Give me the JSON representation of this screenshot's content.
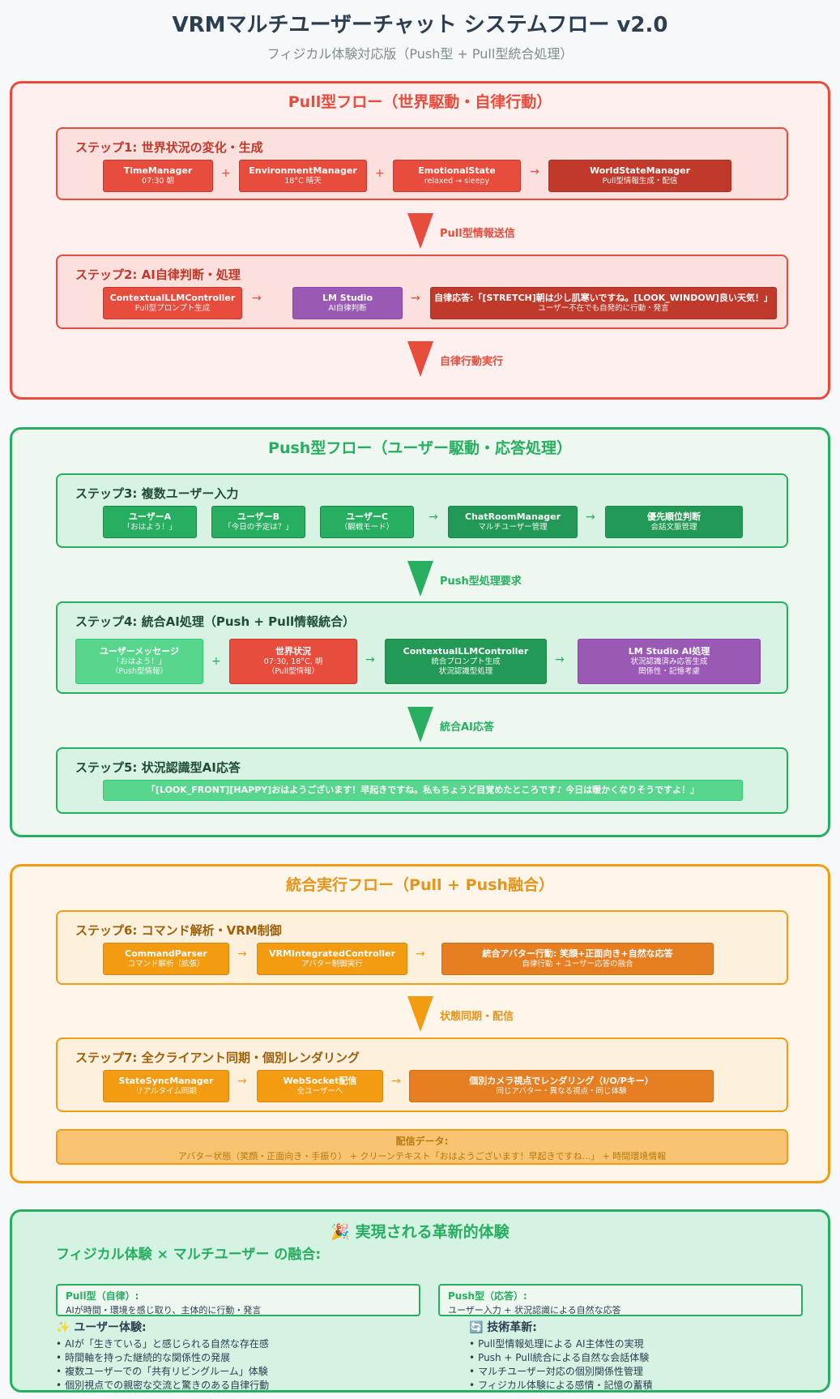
{
  "header": {
    "title": "VRMマルチユーザーチャット システムフロー v2.0",
    "subtitle": "フィジカル体験対応版（Push型 + Pull型統合処理）"
  },
  "pull": {
    "title": "Pull型フロー（世界駆動・自律行動）",
    "step1": {
      "title": "ステップ1: 世界状況の変化・生成",
      "boxes": [
        {
          "title": "TimeManager",
          "sub": "07:30 朝"
        },
        {
          "title": "EnvironmentManager",
          "sub": "18°C 晴天"
        },
        {
          "title": "EmotionalState",
          "sub": "relaxed → sleepy"
        },
        {
          "title": "WorldStateManager",
          "sub": "Pull型情報生成・配信"
        }
      ],
      "ops": [
        "+",
        "+",
        "→"
      ]
    },
    "arrow1": "Pull型情報送信",
    "step2": {
      "title": "ステップ2: AI自律判断・処理",
      "boxes": [
        {
          "title": "ContextualLLMController",
          "sub": "Pull型プロンプト生成"
        },
        {
          "title": "LM Studio",
          "sub": "AI自律判断"
        },
        {
          "title": "自律応答:「[STRETCH]朝は少し肌寒いですね。[LOOK_WINDOW]良い天気！」",
          "sub": "ユーザー不在でも自発的に行動・発言"
        }
      ],
      "ops": [
        "→",
        "→"
      ]
    },
    "arrow2": "自律行動実行"
  },
  "push": {
    "title": "Push型フロー（ユーザー駆動・応答処理）",
    "step3": {
      "title": "ステップ3: 複数ユーザー入力",
      "boxes": [
        {
          "title": "ユーザーA",
          "sub": "「おはよう！」"
        },
        {
          "title": "ユーザーB",
          "sub": "「今日の予定は？」"
        },
        {
          "title": "ユーザーC",
          "sub": "（観戦モード）"
        },
        {
          "title": "ChatRoomManager",
          "sub": "マルチユーザー管理"
        },
        {
          "title": "優先順位判断",
          "sub": "会話文脈管理"
        }
      ],
      "ops": [
        "→",
        "→"
      ]
    },
    "arrow3": "Push型処理要求",
    "step4": {
      "title": "ステップ4: 統合AI処理（Push + Pull情報統合）",
      "boxes": [
        {
          "title": "ユーザーメッセージ",
          "l1": "「おはよう！」",
          "l2": "（Push型情報）"
        },
        {
          "title": "世界状況",
          "l1": "07:30, 18°C, 朝",
          "l2": "（Pull型情報）"
        },
        {
          "title": "ContextualLLMController",
          "l1": "統合プロンプト生成",
          "l2": "状況認識型処理"
        },
        {
          "title": "LM Studio AI処理",
          "l1": "状況認識済み応答生成",
          "l2": "関係性・記憶考慮"
        }
      ],
      "ops": [
        "+",
        "→",
        "→"
      ]
    },
    "arrow4": "統合AI応答",
    "step5": {
      "title": "ステップ5: 状況認識型AI応答",
      "response": "「[LOOK_FRONT][HAPPY]おはようございます！早起きですね。私もちょうど目覚めたところです♪ 今日は暖かくなりそうですよ！」"
    }
  },
  "integrated": {
    "title": "統合実行フロー（Pull + Push融合）",
    "step6": {
      "title": "ステップ6: コマンド解析・VRM制御",
      "boxes": [
        {
          "title": "CommandParser",
          "sub": "コマンド解析（拡張）"
        },
        {
          "title": "VRMIntegratedController",
          "sub": "アバター制御実行"
        },
        {
          "title": "統合アバター行動: 笑顔+正面向き+自然な応答",
          "sub": "自律行動 + ユーザー応答の融合"
        }
      ],
      "ops": [
        "→",
        "→"
      ]
    },
    "arrow5": "状態同期・配信",
    "step7": {
      "title": "ステップ7: 全クライアント同期・個別レンダリング",
      "boxes": [
        {
          "title": "StateSyncManager",
          "sub": "リアルタイム同期"
        },
        {
          "title": "WebSocket配信",
          "sub": "全ユーザーへ"
        },
        {
          "title": "個別カメラ視点でレンダリング（I/O/Pキー）",
          "sub": "同じアバター・異なる視点・同じ体験"
        }
      ],
      "ops": [
        "→",
        "→"
      ]
    },
    "data": {
      "title": "配信データ:",
      "desc": "アバター状態（笑顔・正面向き・手振り） + クリーンテキスト「おはようございます！早起きですね...」 + 時間環境情報"
    }
  },
  "result": {
    "title": "🎉 実現される革新的体験",
    "subtitle": "フィジカル体験 × マルチユーザー の融合:",
    "pull_box": {
      "title": "Pull型（自律）:",
      "desc": "AIが時間・環境を感じ取り、主体的に行動・発言"
    },
    "push_box": {
      "title": "Push型（応答）:",
      "desc": "ユーザー入力 + 状況認識による自然な応答"
    },
    "ux": {
      "title": "✨ ユーザー体験:",
      "items": [
        "AIが「生きている」と感じられる自然な存在感",
        "時間軸を持った継続的な関係性の発展",
        "複数ユーザーでの「共有リビングルーム」体験",
        "個別視点での親密な交流と驚きのある自律行動"
      ]
    },
    "tech": {
      "title": "🔄 技術革新:",
      "items": [
        "Pull型情報処理による AI主体性の実現",
        "Push + Pull統合による自然な会話体験",
        "マルチユーザー対応の個別関係性管理",
        "フィジカル体験による感情・記憶の蓄積"
      ]
    }
  }
}
